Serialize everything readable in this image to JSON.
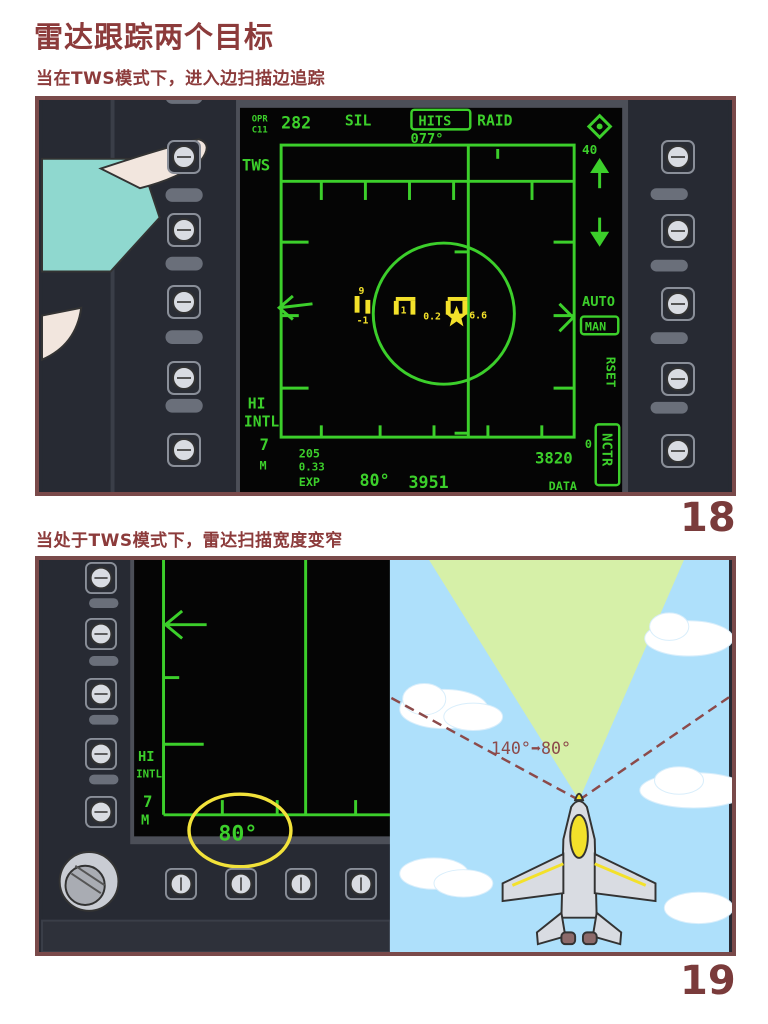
{
  "header": {
    "title": "雷达跟踪两个目标",
    "subtitle1": "当在TWS模式下，进入边扫描边追踪",
    "subtitle2": "当处于TWS模式下，雷达扫描宽度变窄"
  },
  "panel18": {
    "number": "18",
    "display": {
      "opr": "OPR",
      "c11": "C11",
      "range_top": "282",
      "sil": "SIL",
      "hits": "HITS",
      "heading": "077°",
      "raid": "RAID",
      "range_scale": "40",
      "mode": "TWS",
      "auto": "AUTO",
      "man": "MAN",
      "rset": "RSET",
      "ncrt": "NCTR",
      "hi": "HI",
      "intl": "INTL",
      "seven": "7",
      "m": "M",
      "alt1": "205",
      "alt2": "0.33",
      "exp": "EXP",
      "scan_width": "80°",
      "bottom_num": "3951",
      "elev": "3820",
      "zero": "0",
      "data": "DATA",
      "tgt1_top": "9",
      "tgt1_bot": "-1",
      "tgt2_mid": "1",
      "tgt2_left": "0.2",
      "tgt2_right": "6.6"
    }
  },
  "panel19": {
    "number": "19",
    "display": {
      "hi": "HI",
      "intl": "INTL",
      "seven": "7",
      "m": "M",
      "scan_width": "80°"
    },
    "scene": {
      "scan_change": "140°➡80°"
    }
  },
  "colors": {
    "title": "#8c3b3b",
    "radar_green": "#3ccf2b",
    "target_yellow": "#f3e12a",
    "panel_border": "#7a4a4a",
    "bezel": "#2b2e37",
    "sky": "#aee0fb",
    "beam": "#d8f0a3",
    "highlight_circle": "#f2e23a"
  }
}
